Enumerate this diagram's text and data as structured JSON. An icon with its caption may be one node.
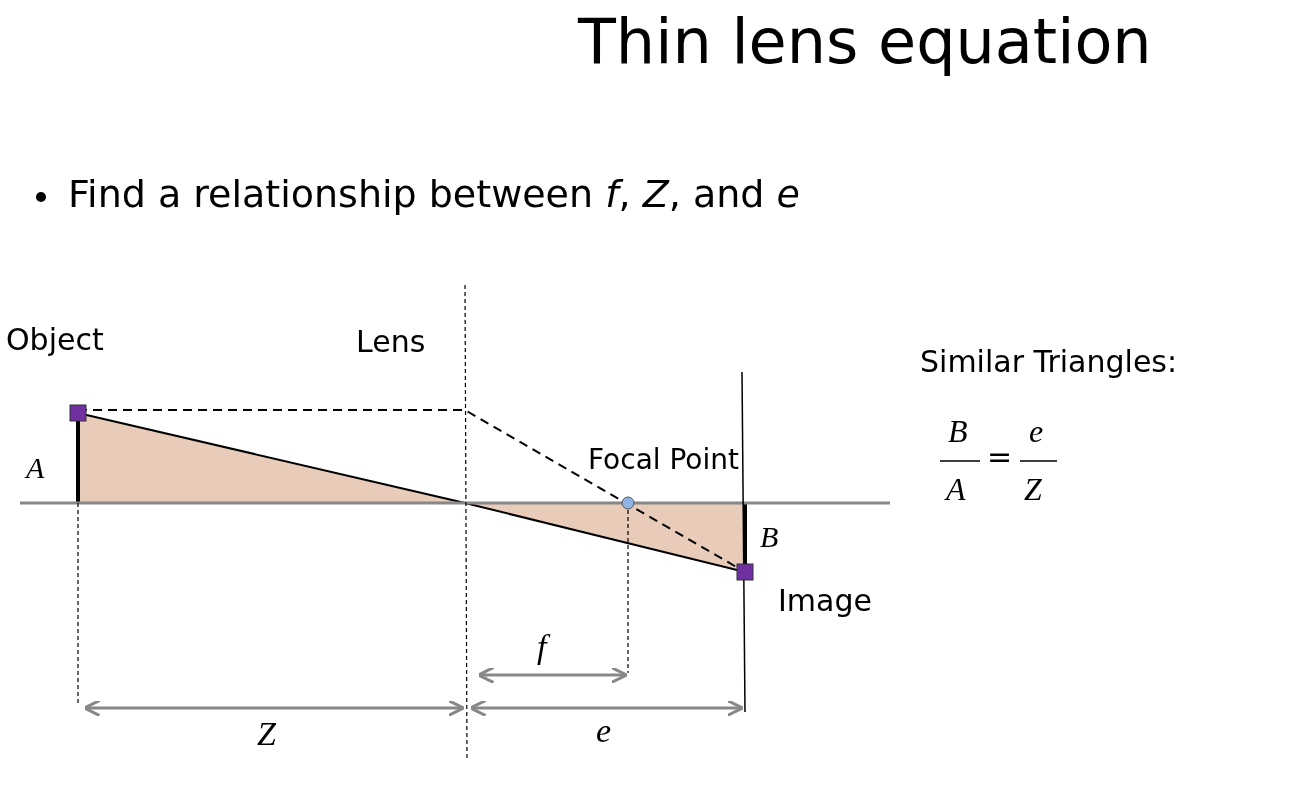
{
  "diagram": {
    "title": "Thin lens equation",
    "labels": [
      "Find a relationship between *f*, *Z*, and *e*",
      "Object",
      "Lens",
      "A",
      "Focal Point",
      "B",
      "Image",
      "f",
      "Z",
      "e",
      "Similar Triangles:",
      "B",
      "e",
      "=",
      "A",
      "Z"
    ]
  }
}
